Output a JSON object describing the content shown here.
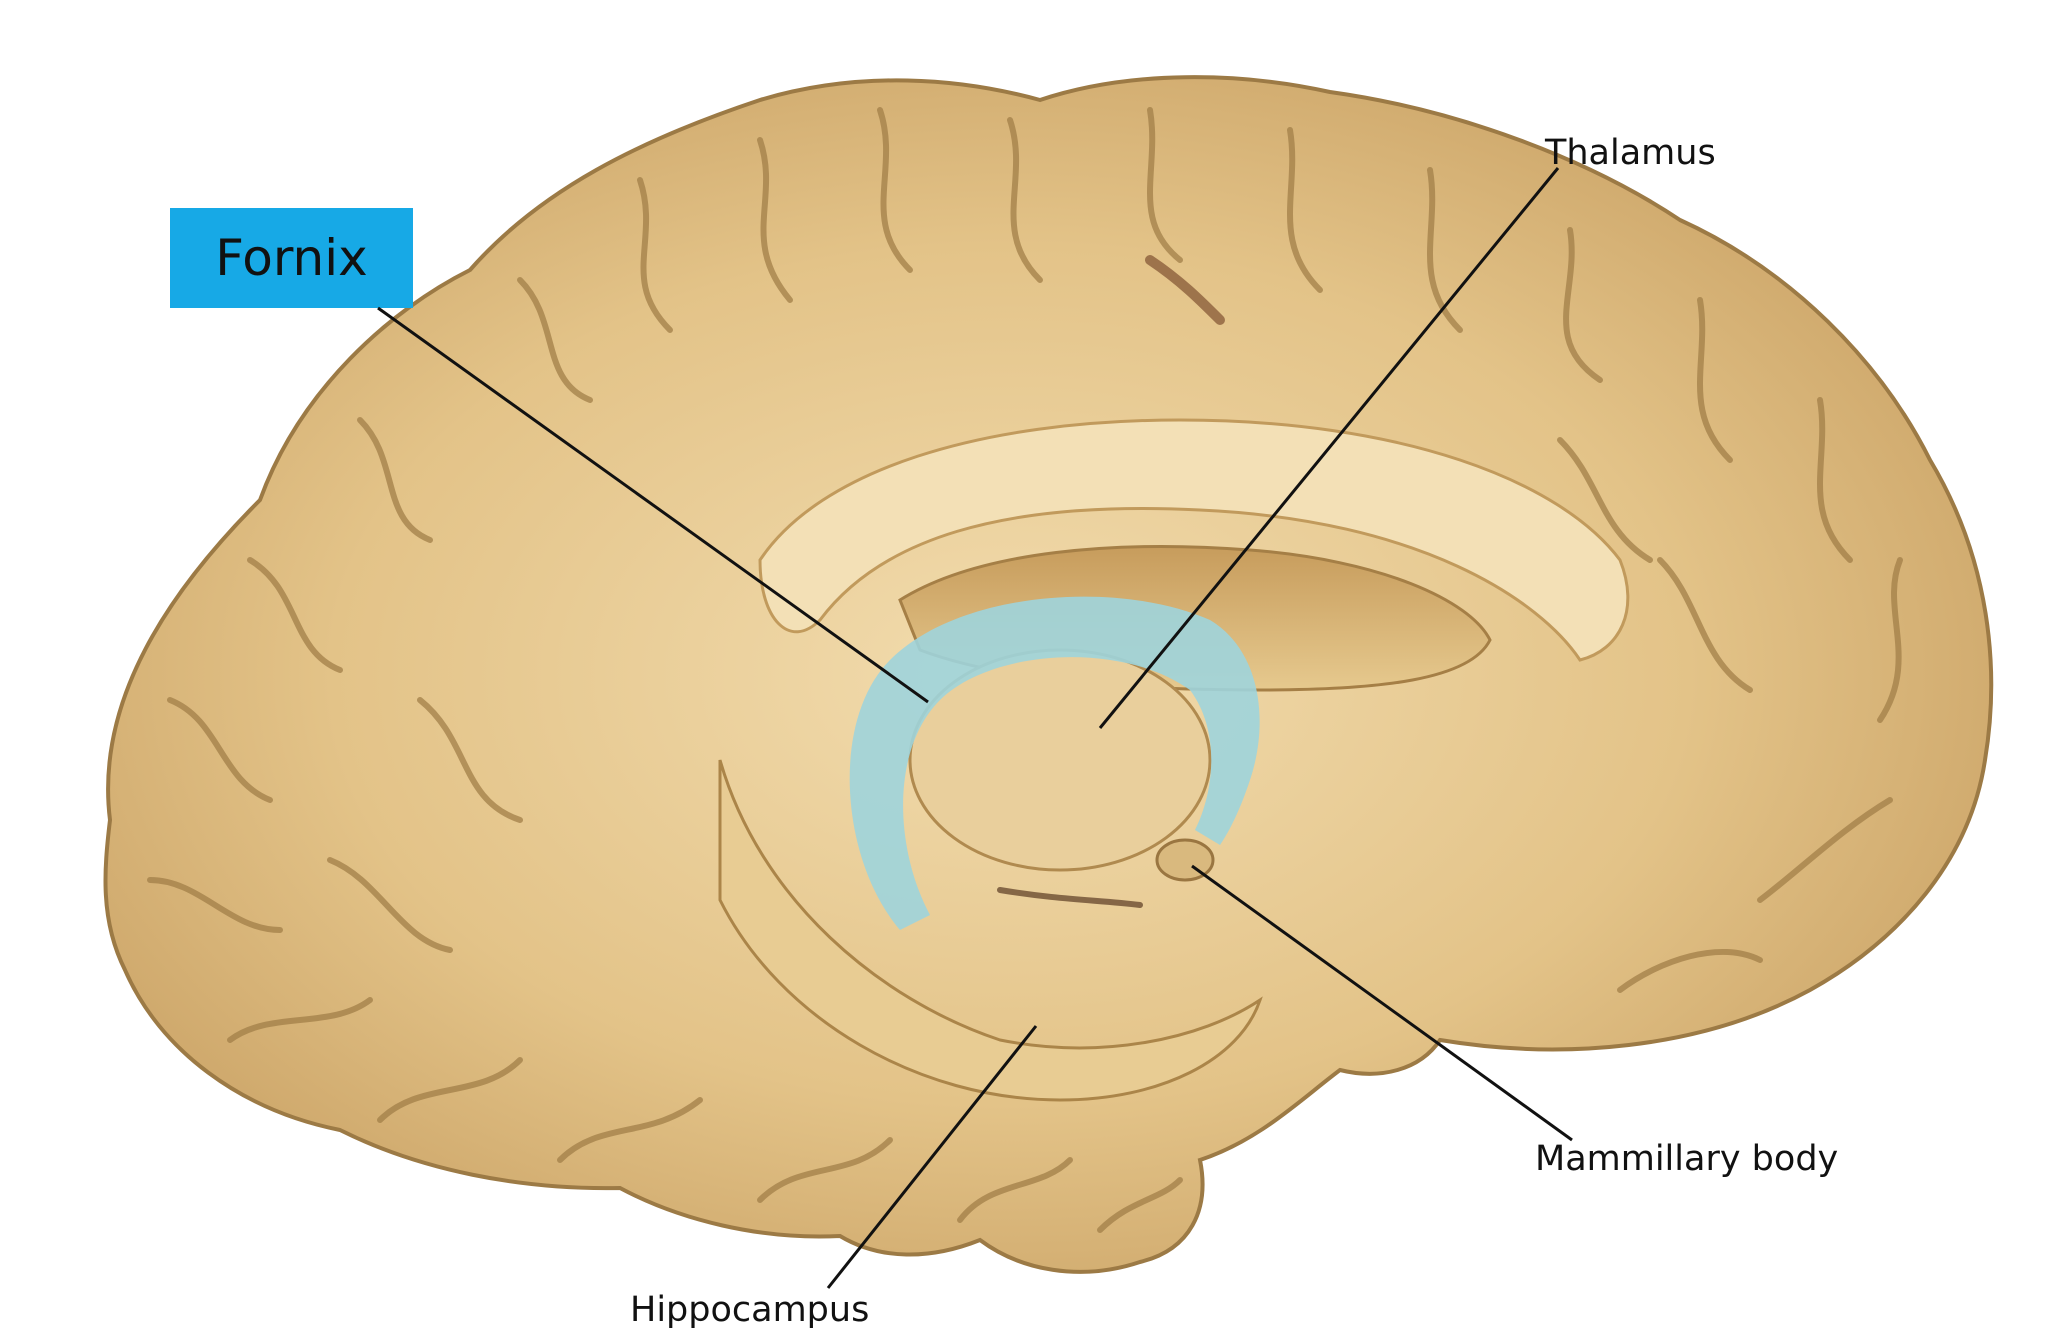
{
  "labels": {
    "fornix": "Fornix",
    "thalamus": "Thalamus",
    "mammillary_body": "Mammillary body",
    "hippocampus": "Hippocampus"
  },
  "colors": {
    "highlight_box": "#17a9e6",
    "fornix_overlay": "#9fd4dc",
    "tissue": "#e3c388",
    "tissue_light": "#f2dcae",
    "tissue_shadow": "#b08a4f",
    "leader_line": "#111111",
    "background": "#ffffff"
  }
}
